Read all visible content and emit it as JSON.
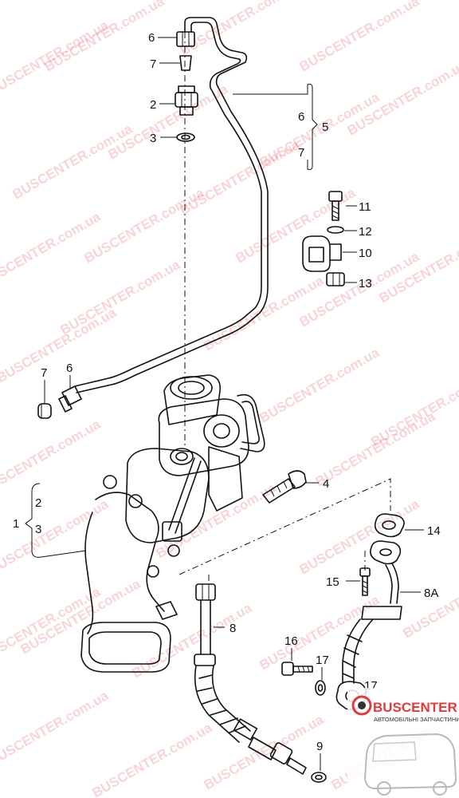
{
  "watermark": {
    "text": "BUSCENTER.com.ua"
  },
  "logo": {
    "name": "BUSCENTER",
    "tagline": "АВТОМОБІЛЬНІ ЗАПЧАСТИНИ"
  },
  "callouts": {
    "c6_top": "6",
    "c7_top": "7",
    "c2_top": "2",
    "c3_top": "3",
    "c6_right": "6",
    "c5_right": "5",
    "c7_right": "7",
    "c11": "11",
    "c12": "12",
    "c10": "10",
    "c13": "13",
    "c7_left": "7",
    "c6_left": "6",
    "c4": "4",
    "c2_left": "2",
    "c1": "1",
    "c3_left": "3",
    "c14": "14",
    "c15": "15",
    "c8A": "8A",
    "c8": "8",
    "c16": "16",
    "c17a": "17",
    "c17b": "17",
    "c9": "9"
  }
}
